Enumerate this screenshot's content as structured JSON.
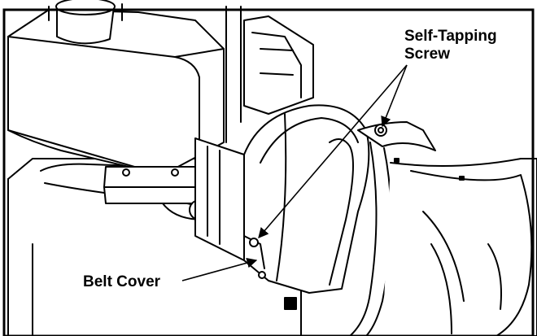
{
  "callouts": {
    "screw_label": "Self-Tapping\nScrew",
    "screw_label_line1": "Self-Tapping",
    "screw_label_line2": "Screw",
    "belt_cover_label": "Belt Cover"
  },
  "colors": {
    "line": "#000000",
    "background": "#ffffff"
  }
}
